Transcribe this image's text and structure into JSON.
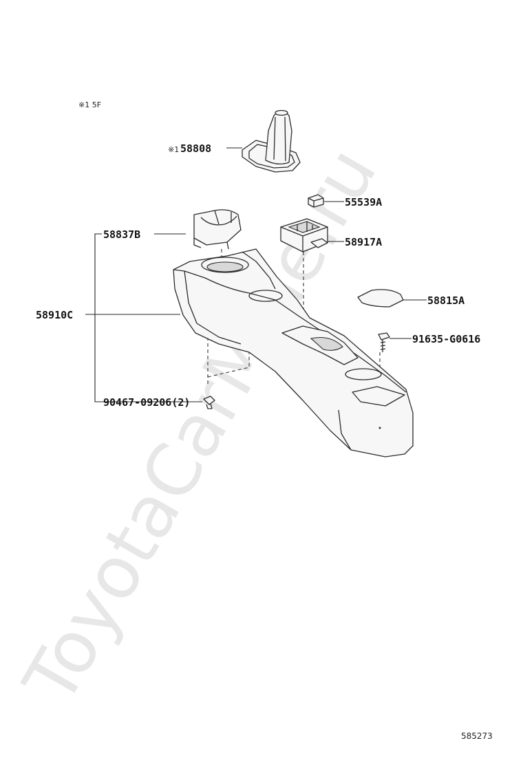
{
  "watermark": "ToyotaCarMine.ru",
  "note": "※1 5F",
  "figure_number": "585273",
  "callouts": {
    "shift_boot": "58808",
    "shift_boot_prefix": "※1",
    "plug": "55539A",
    "cup_holder_insert": "58837B",
    "panel": "58917A",
    "mat": "58815A",
    "console_box": "58910C",
    "screw": "91635-G0616",
    "clip": "90467-09206(2)"
  }
}
